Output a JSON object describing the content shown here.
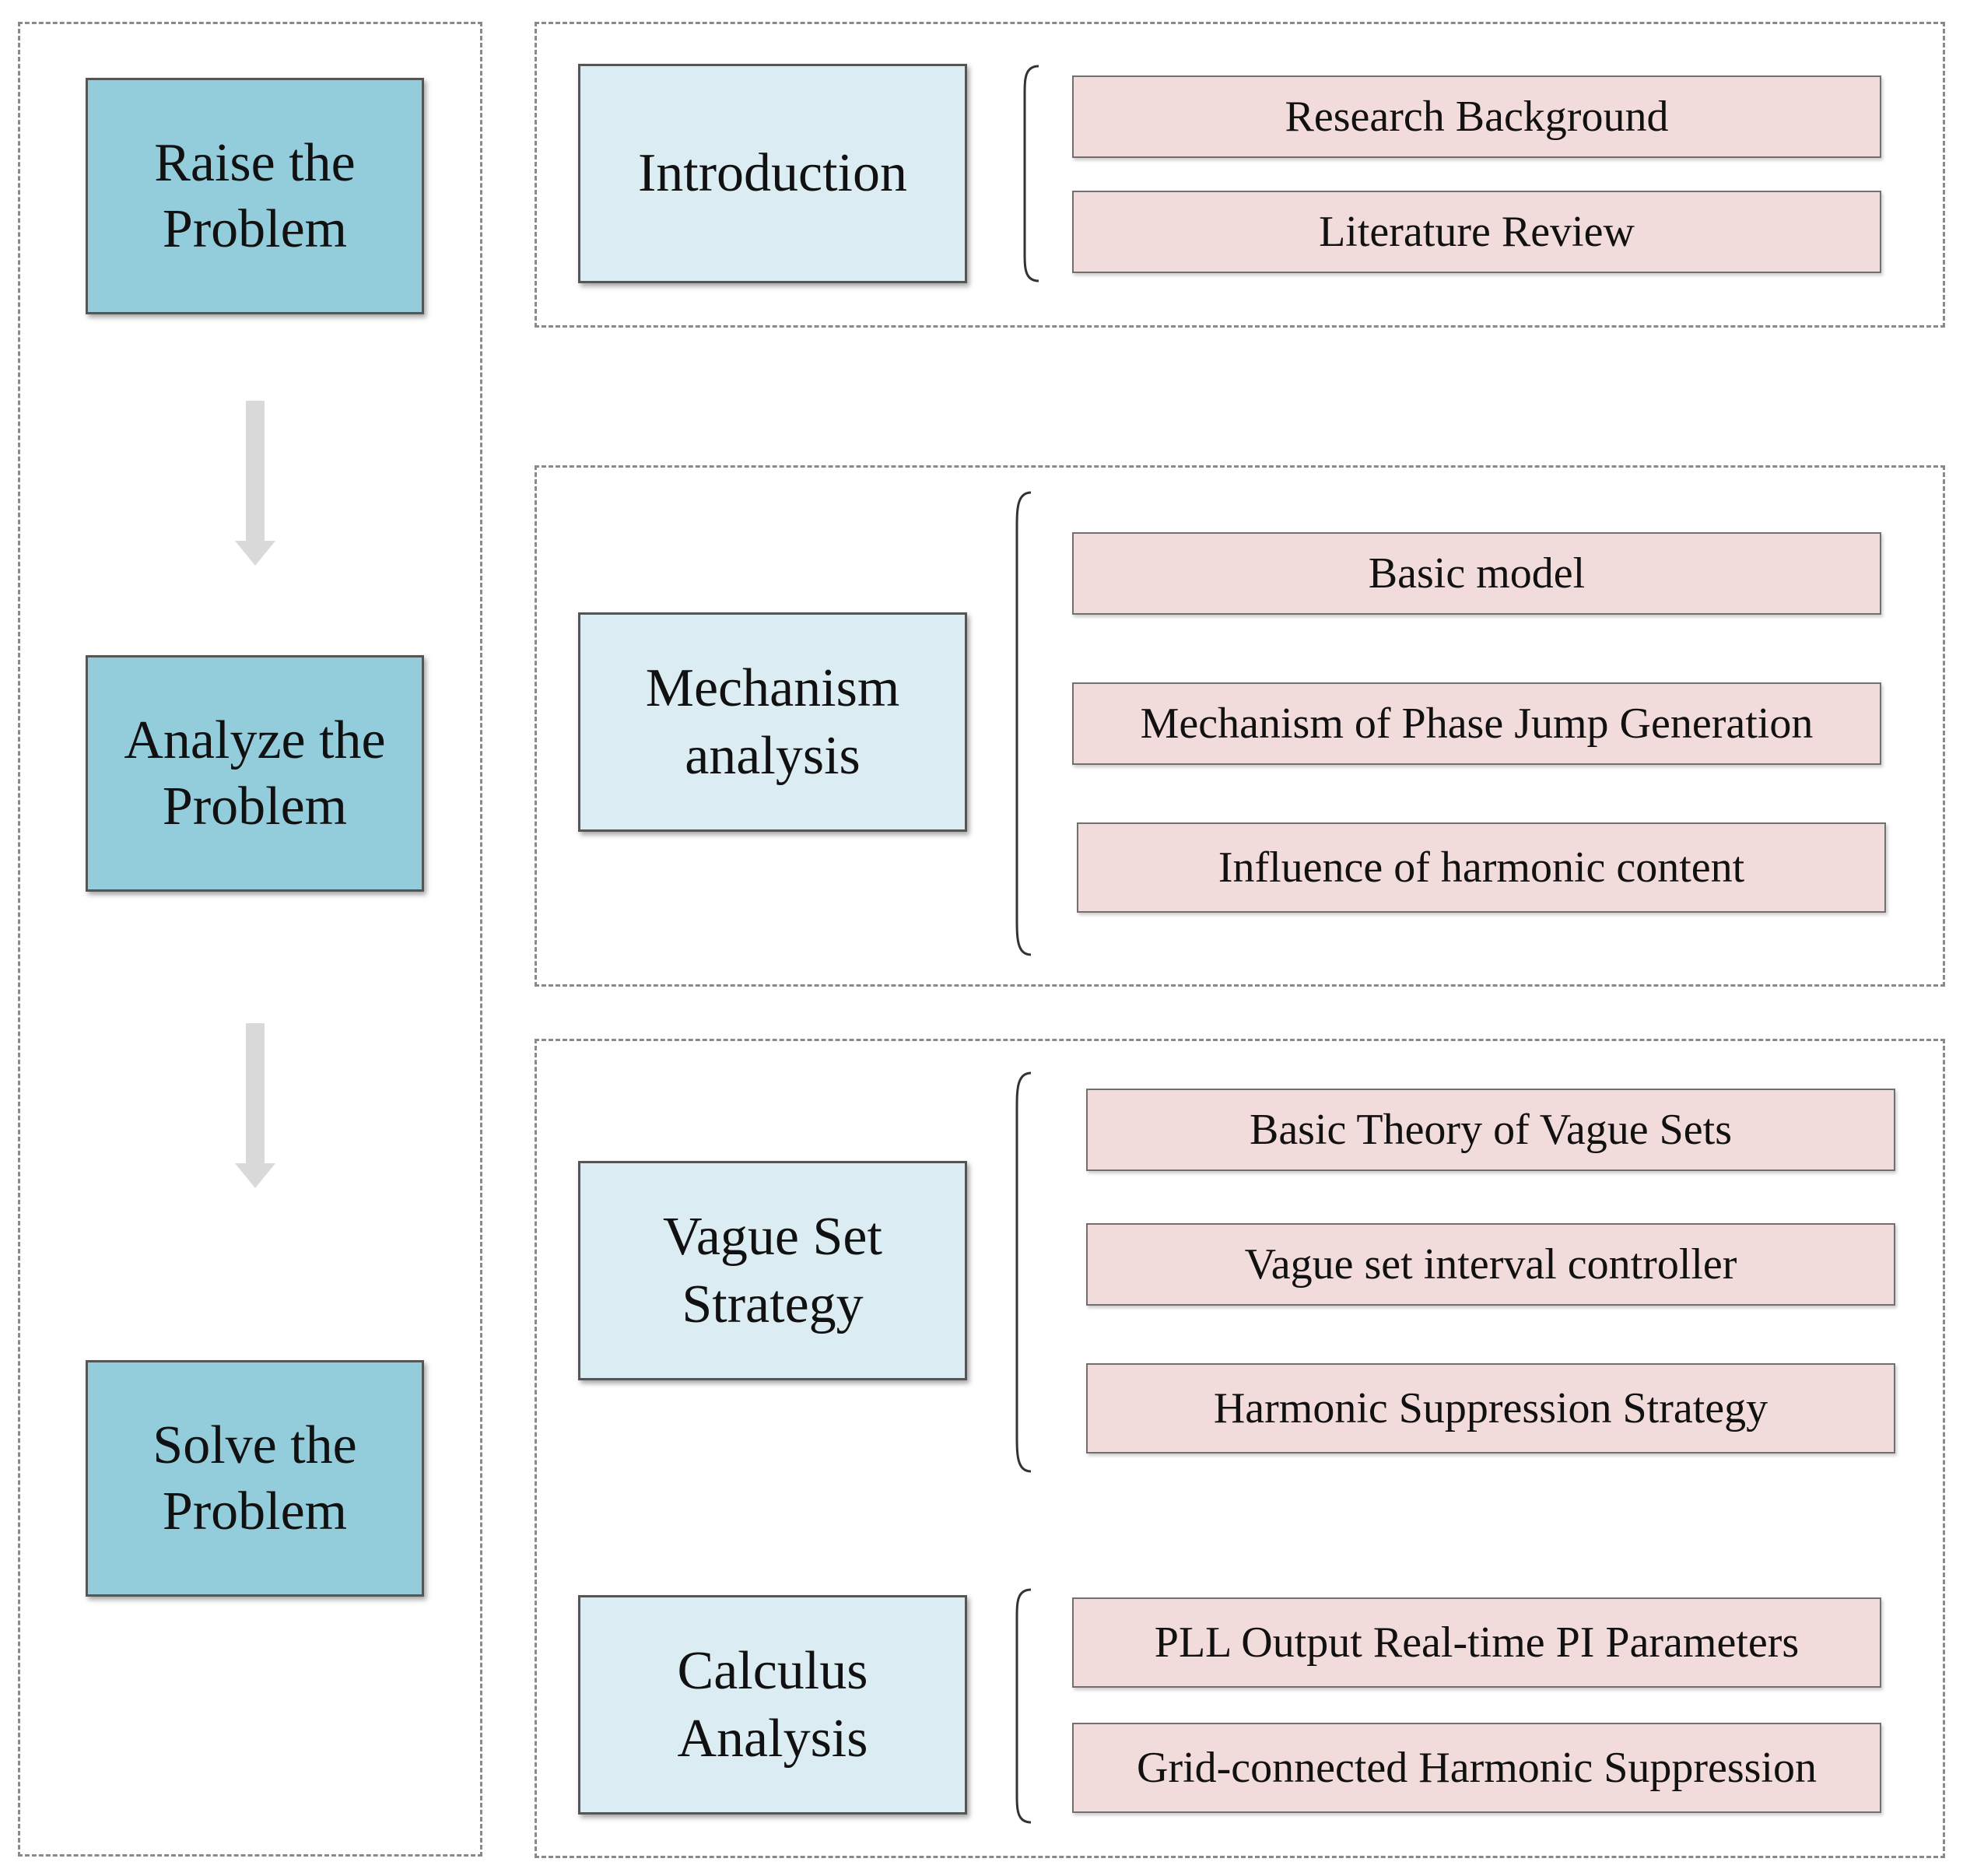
{
  "stages": [
    {
      "label": "Raise the Problem"
    },
    {
      "label": "Analyze the Problem"
    },
    {
      "label": "Solve the Problem"
    }
  ],
  "sections": [
    {
      "label": "Introduction",
      "items": [
        "Research Background",
        "Literature Review"
      ]
    },
    {
      "label": "Mechanism analysis",
      "items": [
        "Basic model",
        "Mechanism of Phase Jump Generation",
        "Influence of harmonic content"
      ]
    },
    {
      "label": "Vague Set Strategy",
      "items": [
        "Basic Theory of Vague Sets",
        "Vague set interval controller",
        "Harmonic Suppression Strategy"
      ]
    },
    {
      "label": "Calculus Analysis",
      "items": [
        "PLL Output Real-time PI Parameters",
        "Grid-connected Harmonic Suppression"
      ]
    }
  ],
  "colors": {
    "stage_fill": "#93ccdb",
    "section_fill": "#dbedf3",
    "item_fill": "#f2dcdb",
    "arrow": "#d9d9d9",
    "dash": "#8a8a8a"
  }
}
